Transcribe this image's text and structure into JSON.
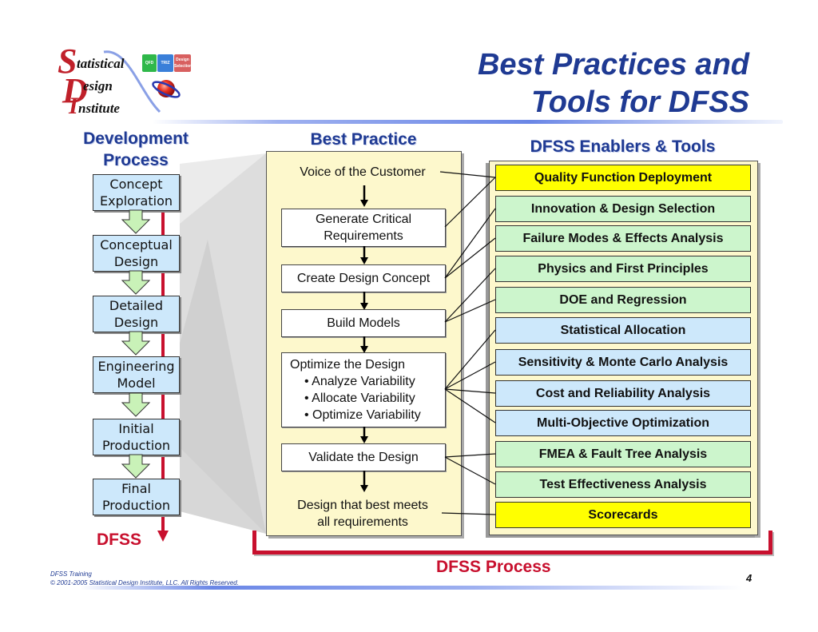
{
  "logo": {
    "lines": [
      "tatistical",
      "esign",
      "nstitute"
    ],
    "initials": [
      "S",
      "D",
      "I"
    ],
    "mini_tabs": [
      {
        "label": "QFD",
        "color": "#2fb84a"
      },
      {
        "label": "TRIZ",
        "color": "#3a7fd9"
      },
      {
        "label": "Design Selection",
        "color": "#d86060"
      }
    ]
  },
  "title": {
    "line1": "Best Practices and",
    "line2": "Tools for DFSS",
    "color": "#1f3a93"
  },
  "development_process": {
    "heading_line1": "Development",
    "heading_line2": "Process",
    "stages": [
      {
        "line1": "Concept",
        "line2": "Exploration"
      },
      {
        "line1": "Conceptual",
        "line2": "Design"
      },
      {
        "line1": "Detailed",
        "line2": "Design"
      },
      {
        "line1": "Engineering",
        "line2": "Model"
      },
      {
        "line1": "Initial",
        "line2": "Production"
      },
      {
        "line1": "Final",
        "line2": "Production"
      }
    ],
    "dfss_label": "DFSS",
    "accent_color": "#c8102e"
  },
  "best_practice": {
    "heading": "Best Practice",
    "start": "Voice of the Customer",
    "steps": [
      {
        "line1": "Generate Critical",
        "line2": "Requirements"
      },
      {
        "line1": "Create Design Concept"
      },
      {
        "line1": "Build Models"
      },
      {
        "line1": "Optimize the Design",
        "bullets": [
          "• Analyze Variability",
          "• Allocate Variability",
          "• Optimize Variability"
        ]
      },
      {
        "line1": "Validate the Design"
      }
    ],
    "end_line1": "Design that best meets",
    "end_line2": "all requirements"
  },
  "tools": {
    "heading": "DFSS Enablers & Tools",
    "items": [
      {
        "label": "Quality Function Deployment",
        "color": "yellow"
      },
      {
        "label": "Innovation & Design Selection",
        "color": "green"
      },
      {
        "label": "Failure Modes & Effects Analysis",
        "color": "green"
      },
      {
        "label": "Physics and First Principles",
        "color": "green"
      },
      {
        "label": "DOE and Regression",
        "color": "green"
      },
      {
        "label": "Statistical Allocation",
        "color": "blue"
      },
      {
        "label": "Sensitivity & Monte Carlo Analysis",
        "color": "blue"
      },
      {
        "label": "Cost and Reliability Analysis",
        "color": "blue"
      },
      {
        "label": "Multi-Objective Optimization",
        "color": "blue"
      },
      {
        "label": "FMEA & Fault Tree Analysis",
        "color": "green"
      },
      {
        "label": "Test Effectiveness Analysis",
        "color": "green"
      },
      {
        "label": "Scorecards",
        "color": "yellow"
      }
    ]
  },
  "dfss_process_label": "DFSS Process",
  "footer": {
    "line1": "DFSS Training",
    "line2": "© 2001-2005 Statistical Design Institute, LLC.  All Rights Reserved.",
    "page_number": "4"
  }
}
